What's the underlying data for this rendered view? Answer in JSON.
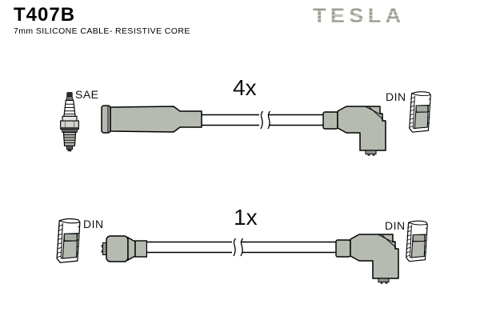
{
  "header": {
    "part_number": "T407B",
    "subtitle": "7mm SILICONE CABLE- RESISTIVE CORE",
    "brand": "TESLA"
  },
  "rows": [
    {
      "quantity": "4x",
      "left_label": "SAE",
      "left_connector_icon": "spark-plug-icon",
      "left_boot_icon": "straight-boot-icon",
      "right_label": "DIN",
      "right_connector_icon": "din-socket-icon",
      "right_boot_icon": "elbow-boot-icon",
      "cable_break_icon": "cable-break-icon"
    },
    {
      "quantity": "1x",
      "left_label": "DIN",
      "left_connector_icon": "din-socket-icon",
      "left_boot_icon": "coil-boot-icon",
      "right_label": "DIN",
      "right_connector_icon": "din-socket-icon",
      "right_boot_icon": "elbow-boot-icon",
      "cable_break_icon": "cable-break-icon"
    }
  ],
  "colors": {
    "background": "#ffffff",
    "text": "#000000",
    "brand_gray": "#a3a99f",
    "boot_gray": "#b6bbb2",
    "outline": "#000000"
  }
}
